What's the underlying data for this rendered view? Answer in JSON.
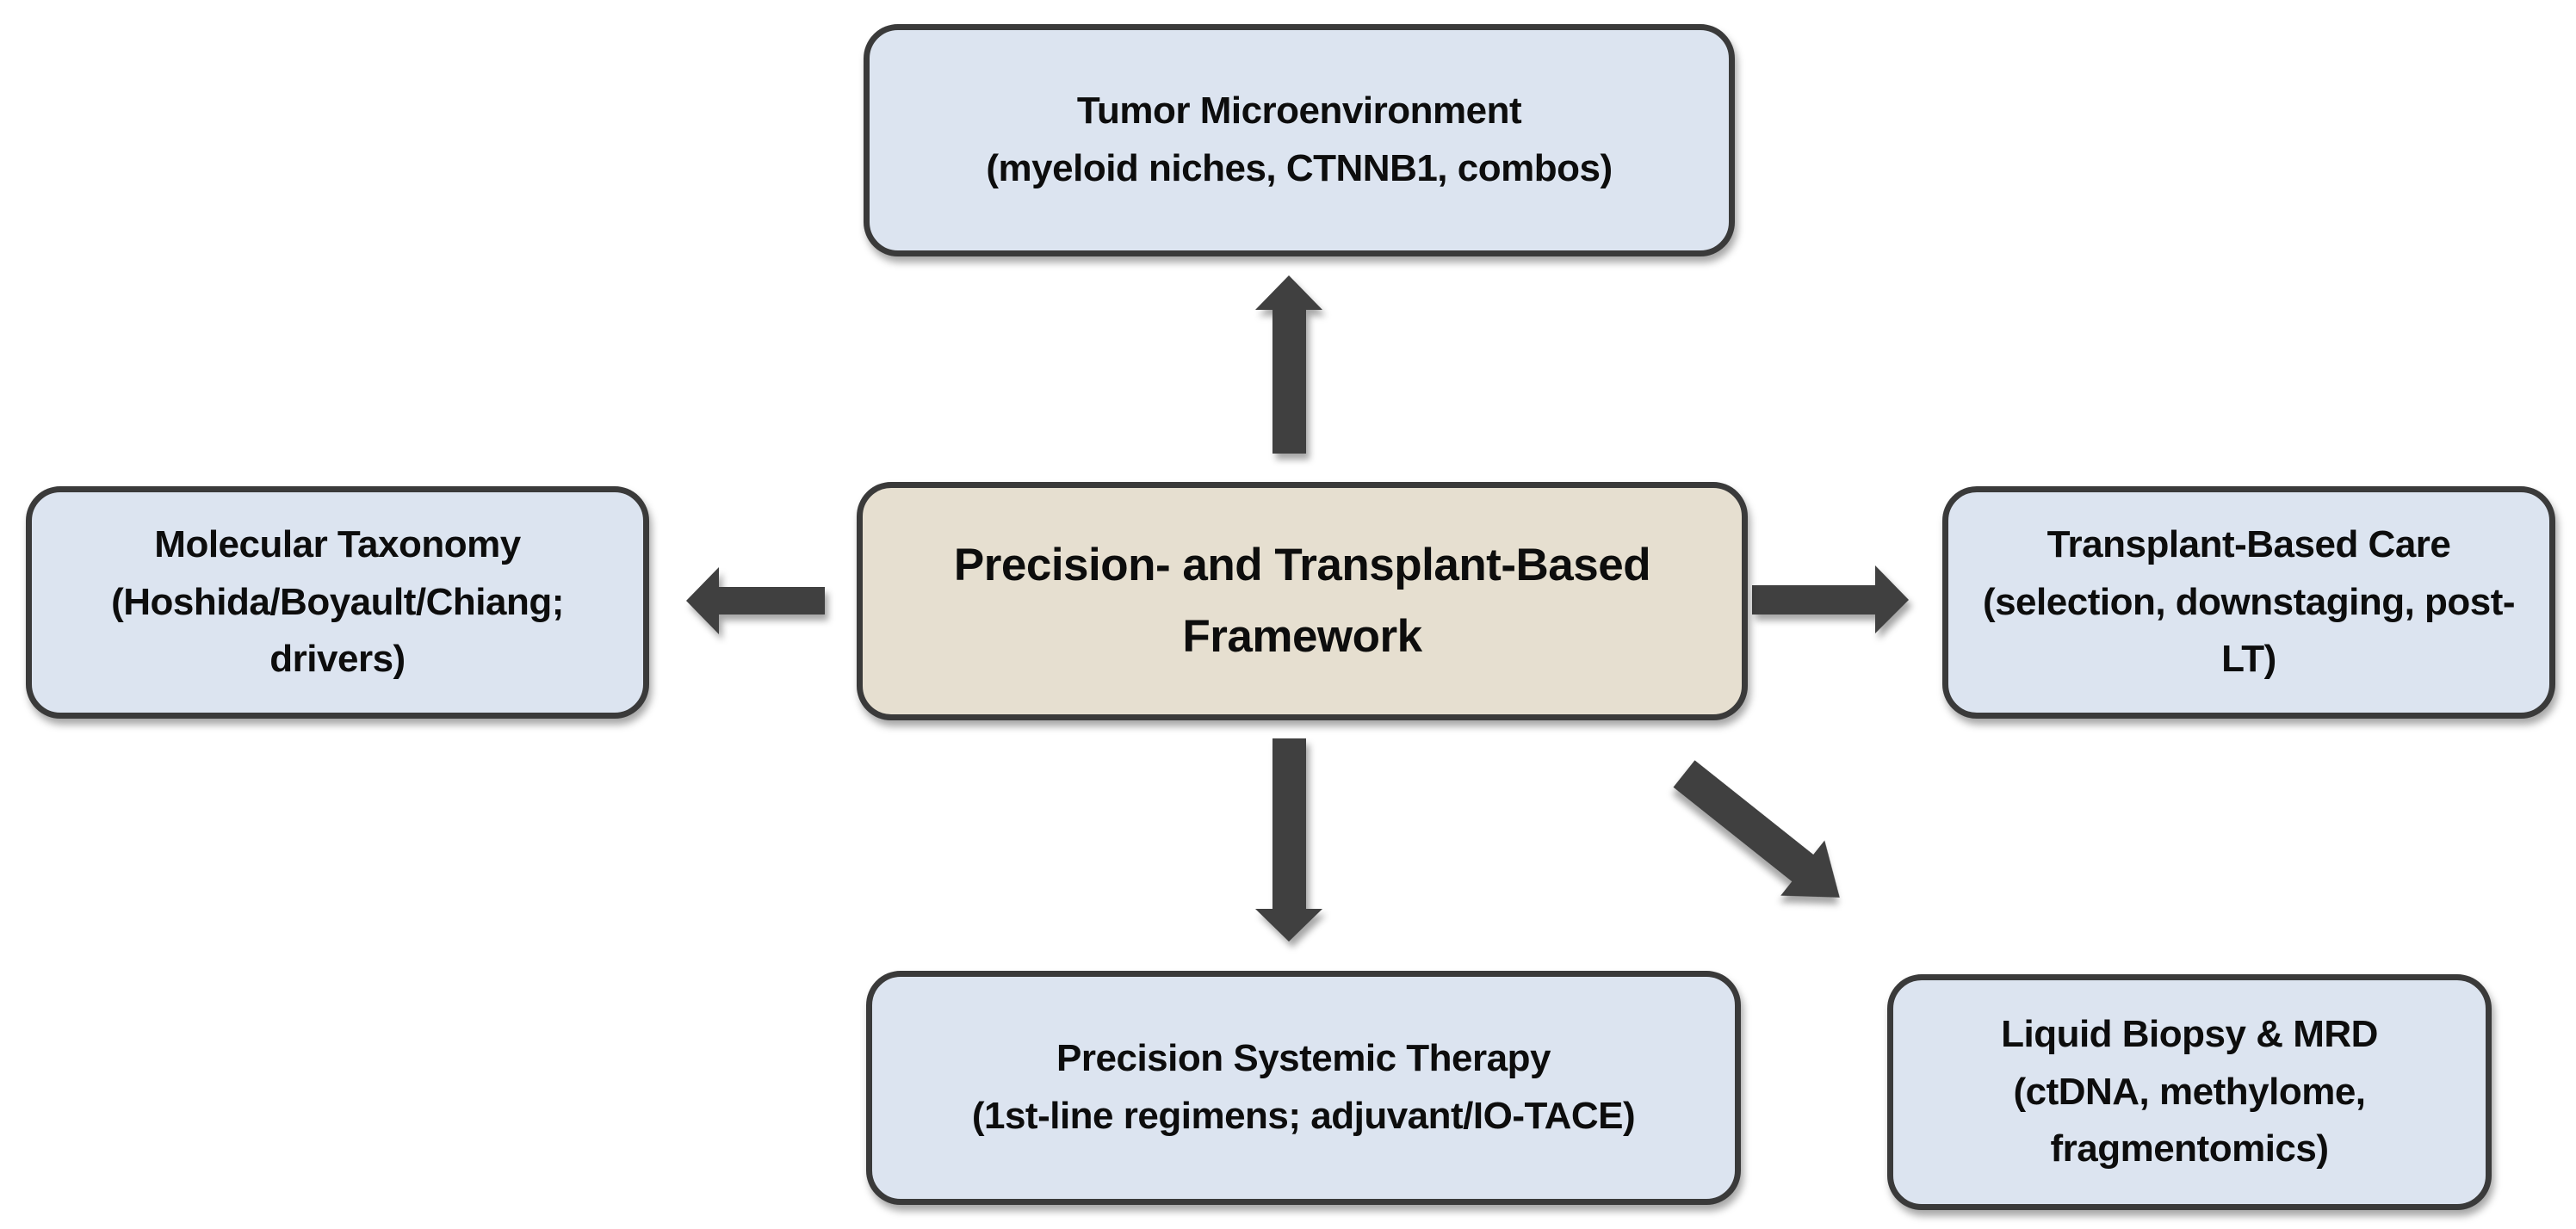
{
  "diagram": {
    "center": {
      "label": "Precision- and Transplant-Based Framework"
    },
    "nodes": {
      "top": {
        "title": "Tumor Microenvironment",
        "detail": "(myeloid niches, CTNNB1, combos)"
      },
      "left": {
        "title": "Molecular Taxonomy",
        "detail": "(Hoshida/Boyault/Chiang; drivers)"
      },
      "right": {
        "title": "Transplant-Based Care",
        "detail": "(selection, downstaging, post-LT)"
      },
      "bottom": {
        "title": "Precision Systemic Therapy",
        "detail": "(1st-line regimens; adjuvant/IO-TACE)"
      },
      "bottom_right": {
        "title": "Liquid Biopsy & MRD",
        "detail": "(ctDNA, methylome, fragmentomics)"
      }
    },
    "arrows": [
      "arrow-up",
      "arrow-left",
      "arrow-right",
      "arrow-down",
      "arrow-diagonal-down-right"
    ],
    "colors": {
      "background": "#ffffff",
      "node_fill": "#dce4f0",
      "node_border": "#3a3a3a",
      "center_fill": "#e6dfd0",
      "arrow": "#3f3f3f",
      "text": "#0d0d0d"
    }
  }
}
